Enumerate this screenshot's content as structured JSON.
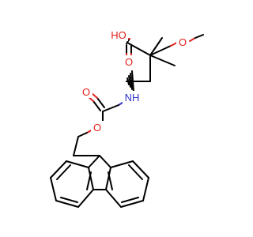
{
  "colors": {
    "background": "#ffffff",
    "carbon_bond": "#000000",
    "oxygen": "#e0201b",
    "nitrogen": "#3333cc"
  },
  "atoms": {
    "hydroxyl": "HO",
    "carbonyl_oxygen": "O",
    "ether_oxygen": "O",
    "amide_nitrogen": "NH",
    "carbamate_carbonyl_oxygen": "O",
    "carbamate_ester_oxygen": "O"
  }
}
